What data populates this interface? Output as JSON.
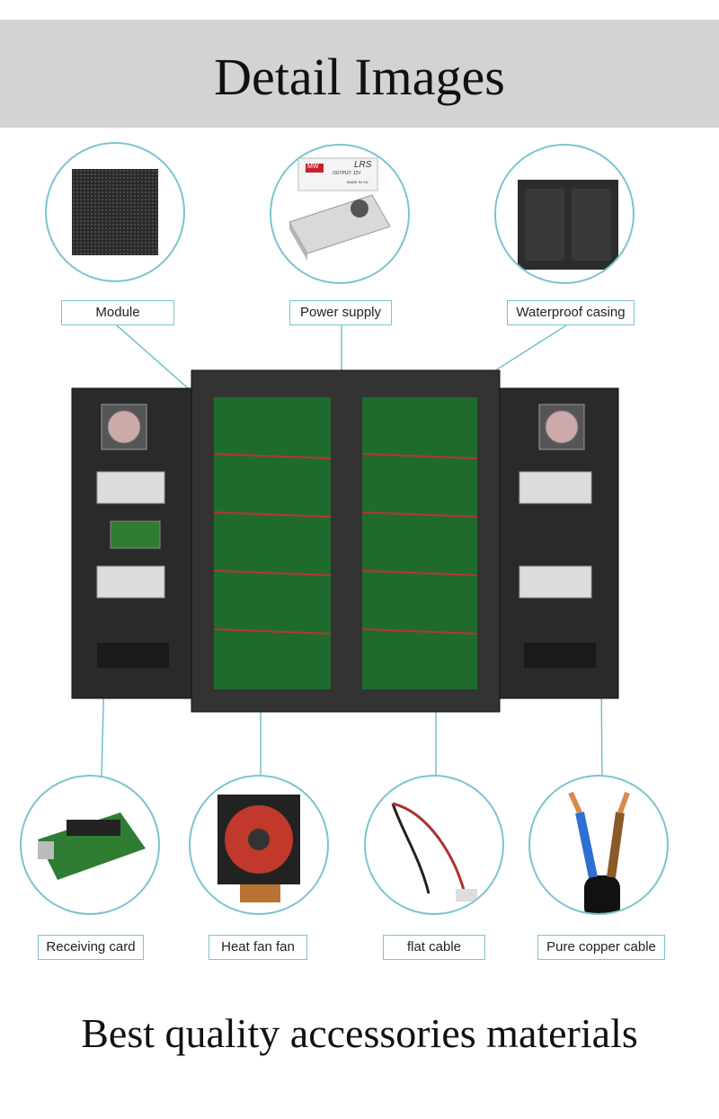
{
  "header": {
    "title": "Detail Images"
  },
  "top_items": [
    {
      "label": "Module"
    },
    {
      "label": "Power supply"
    },
    {
      "label": "Waterproof casing"
    }
  ],
  "bottom_items": [
    {
      "label": "Receiving card"
    },
    {
      "label": "Heat fan fan"
    },
    {
      "label": "flat cable"
    },
    {
      "label": "Pure copper cable"
    }
  ],
  "power_supply_sticker": {
    "brand": "MW",
    "model": "LRS",
    "output": "OUTPUT: 12V",
    "made_in": "MADE IN CN"
  },
  "footer": {
    "tagline": "Best quality accessories materials"
  },
  "colors": {
    "header_bg": "#d3d3d3",
    "accent_line": "#7cc4cf",
    "cabinet": "#2b2b2b",
    "pcb": "#1f6b2e"
  }
}
